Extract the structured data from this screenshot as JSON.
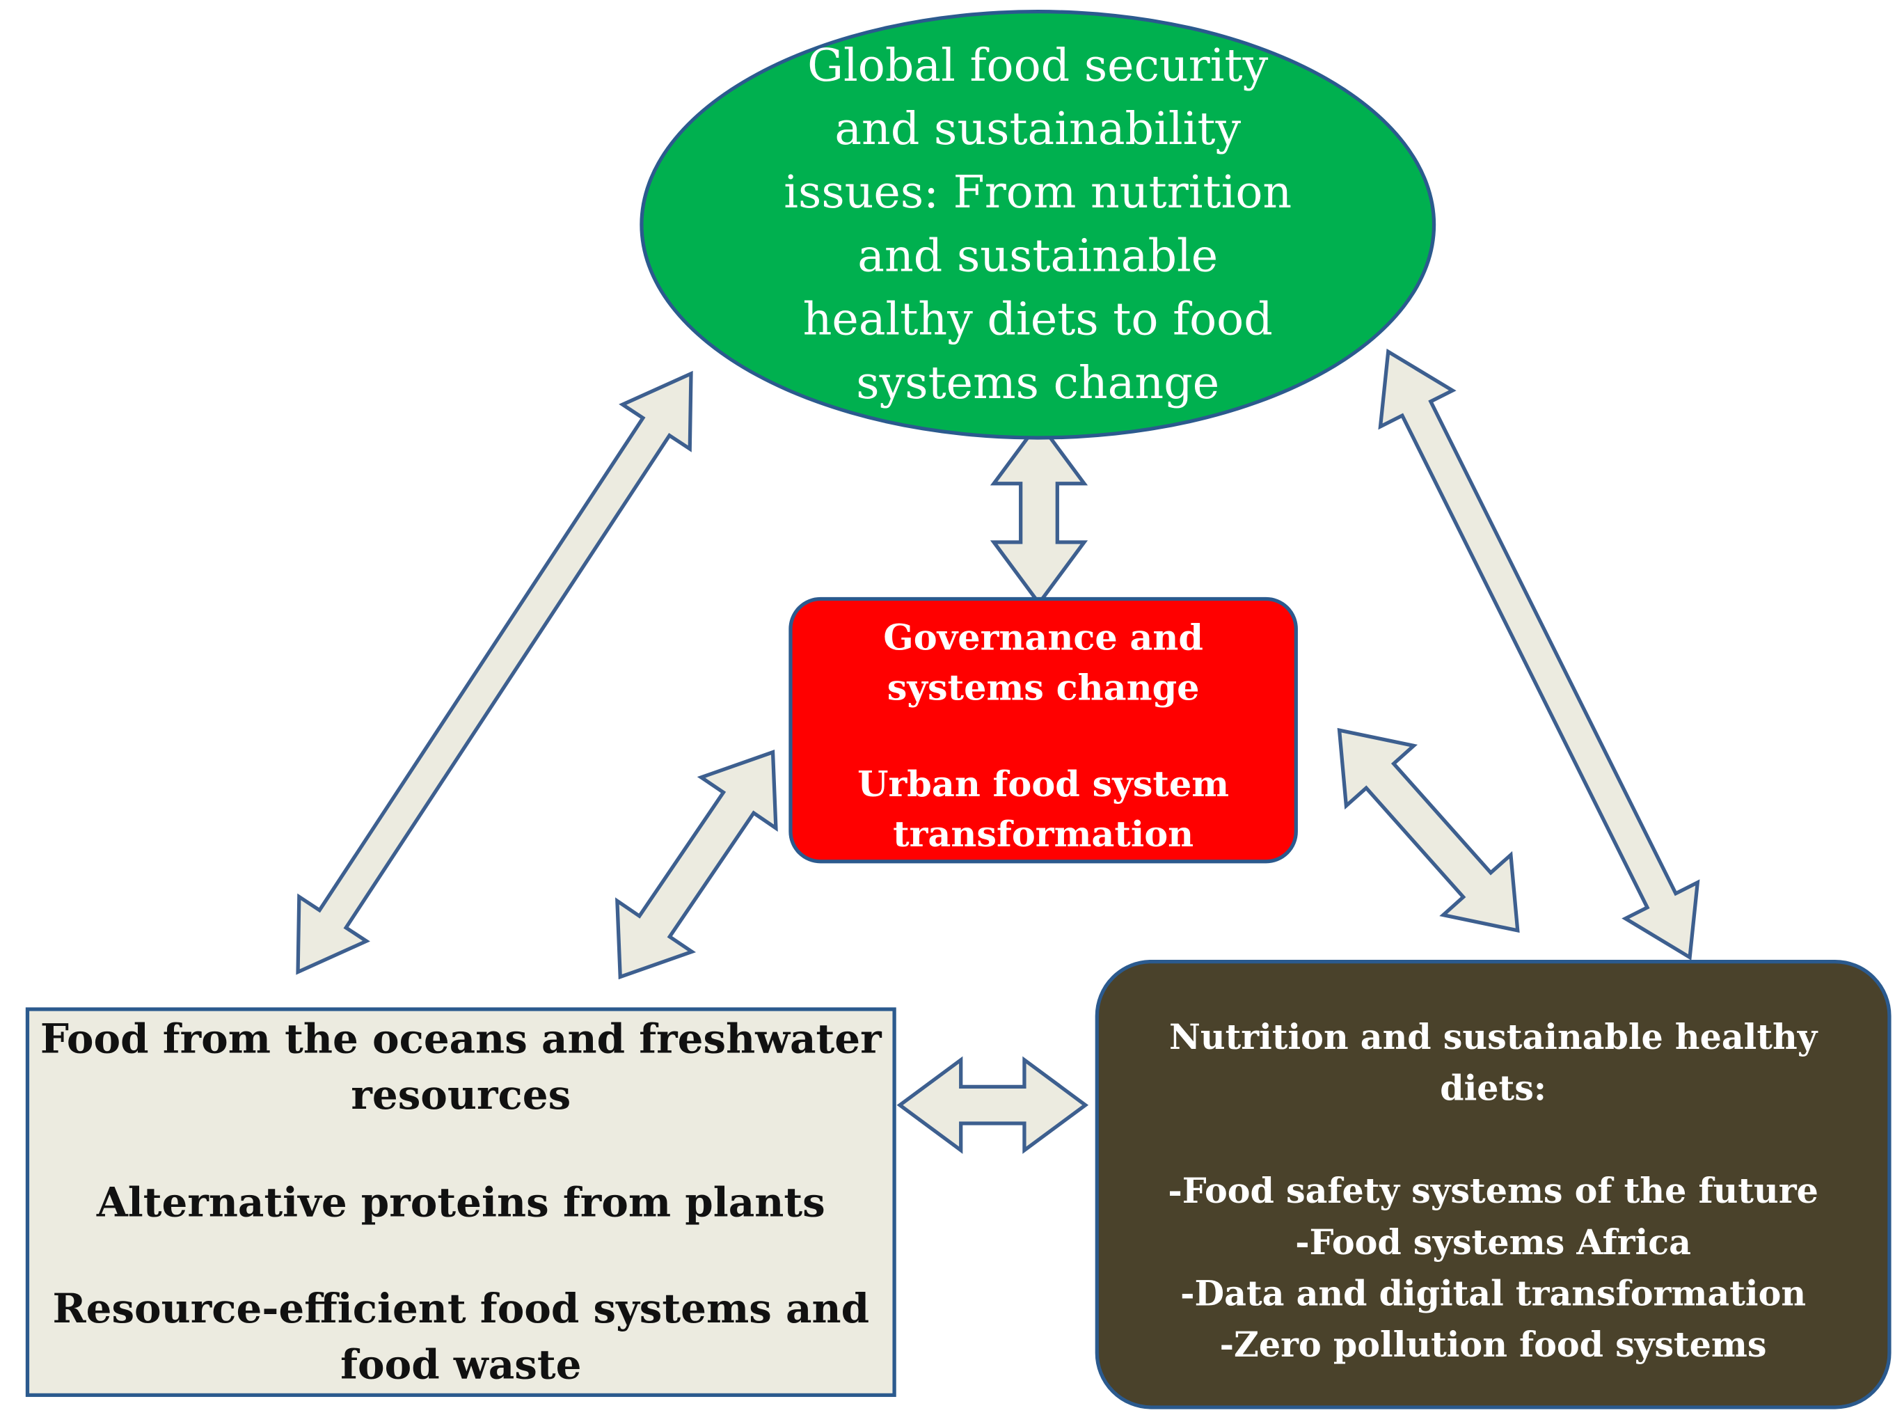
{
  "top_node": {
    "lines": [
      "Global food security",
      "and sustainability",
      "issues: From nutrition",
      "and sustainable",
      "healthy diets to food",
      "systems change"
    ],
    "color": "#00b04f"
  },
  "center_node": {
    "line1": "Governance and",
    "line2": "systems change",
    "line3": "Urban food system",
    "line4": "transformation",
    "color": "#ff0000"
  },
  "left_node": {
    "line1": "Food from the oceans and freshwater",
    "line2": "resources",
    "line3": "Alternative proteins from plants",
    "line4": "Resource-efficient food systems and",
    "line5": "food waste",
    "color": "#ecebe0"
  },
  "right_node": {
    "title1": "Nutrition and sustainable healthy",
    "title2": "diets:",
    "items": [
      "-Food safety systems of the future",
      "-Food systems Africa",
      "-Data and digital transformation",
      "-Zero pollution food systems"
    ],
    "color": "#4a422b"
  },
  "connectors": [
    {
      "from": "top_node",
      "to": "left_node"
    },
    {
      "from": "top_node",
      "to": "center_node"
    },
    {
      "from": "top_node",
      "to": "right_node"
    },
    {
      "from": "center_node",
      "to": "left_node"
    },
    {
      "from": "center_node",
      "to": "right_node"
    },
    {
      "from": "left_node",
      "to": "right_node"
    }
  ]
}
